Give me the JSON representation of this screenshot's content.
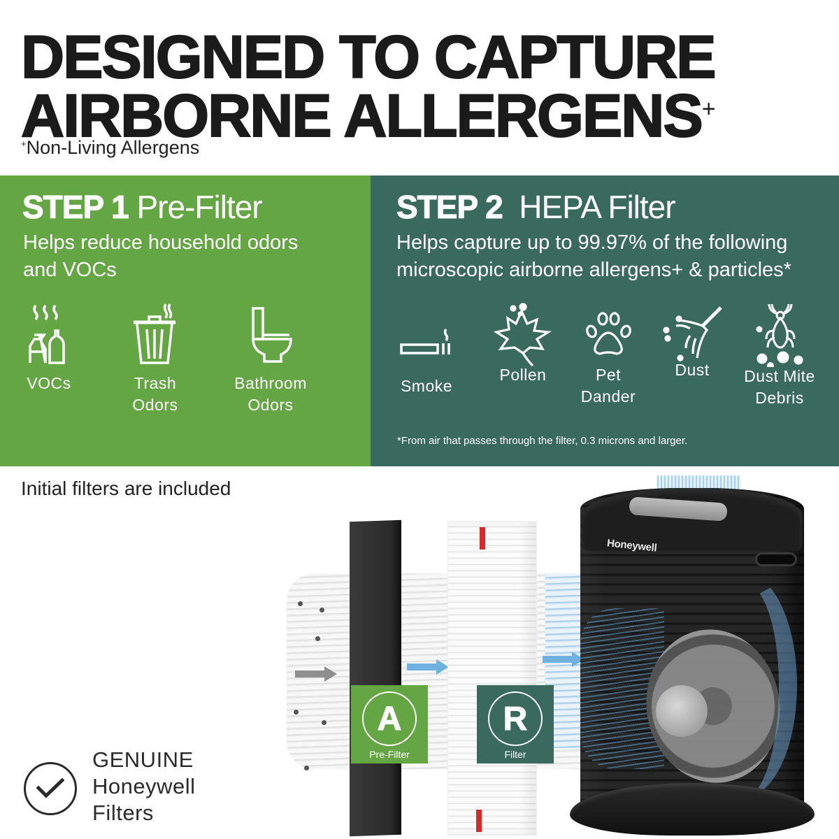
{
  "headline": {
    "line1": "DESIGNED TO CAPTURE",
    "line2": "AIRBORNE ALLERGENS",
    "marker": "+"
  },
  "footnote_top": {
    "marker": "+",
    "text": "Non-Living Allergens"
  },
  "step1": {
    "step_label": "STEP 1",
    "name": "Pre-Filter",
    "description_line1": "Helps reduce household odors",
    "description_line2": "and VOCs",
    "bg_color": "#64a544",
    "items": [
      {
        "icon": "cleaning-bottles-icon",
        "label_line1": "VOCs",
        "label_line2": ""
      },
      {
        "icon": "trash-can-icon",
        "label_line1": "Trash",
        "label_line2": "Odors"
      },
      {
        "icon": "toilet-icon",
        "label_line1": "Bathroom",
        "label_line2": "Odors"
      }
    ]
  },
  "step2": {
    "step_label": "STEP 2",
    "name": "HEPA Filter",
    "description_line1": "Helps capture up to 99.97% of the following",
    "description_line2": "microscopic airborne allergens+ & particles*",
    "bg_color": "#3a6a5d",
    "items": [
      {
        "icon": "cigarette-icon",
        "label_line1": "Smoke",
        "label_line2": ""
      },
      {
        "icon": "pollen-leaf-icon",
        "label_line1": "Pollen",
        "label_line2": ""
      },
      {
        "icon": "paw-print-icon",
        "label_line1": "Pet",
        "label_line2": "Dander"
      },
      {
        "icon": "duster-icon",
        "label_line1": "Dust",
        "label_line2": ""
      },
      {
        "icon": "dust-mite-icon",
        "label_line1": "Dust Mite",
        "label_line2": "Debris"
      }
    ],
    "footnote": "*From air that passes through the filter, 0.3 microns and larger."
  },
  "included_text": "Initial filters are included",
  "badges": [
    {
      "letter": "A",
      "label": "Pre-Filter",
      "color": "#64a544"
    },
    {
      "letter": "R",
      "label": "Filter",
      "color": "#3a6a5d"
    }
  ],
  "product": {
    "brand": "Honeywell"
  },
  "genuine": {
    "line1": "GENUINE",
    "line2": "Honeywell",
    "line3": "Filters"
  }
}
